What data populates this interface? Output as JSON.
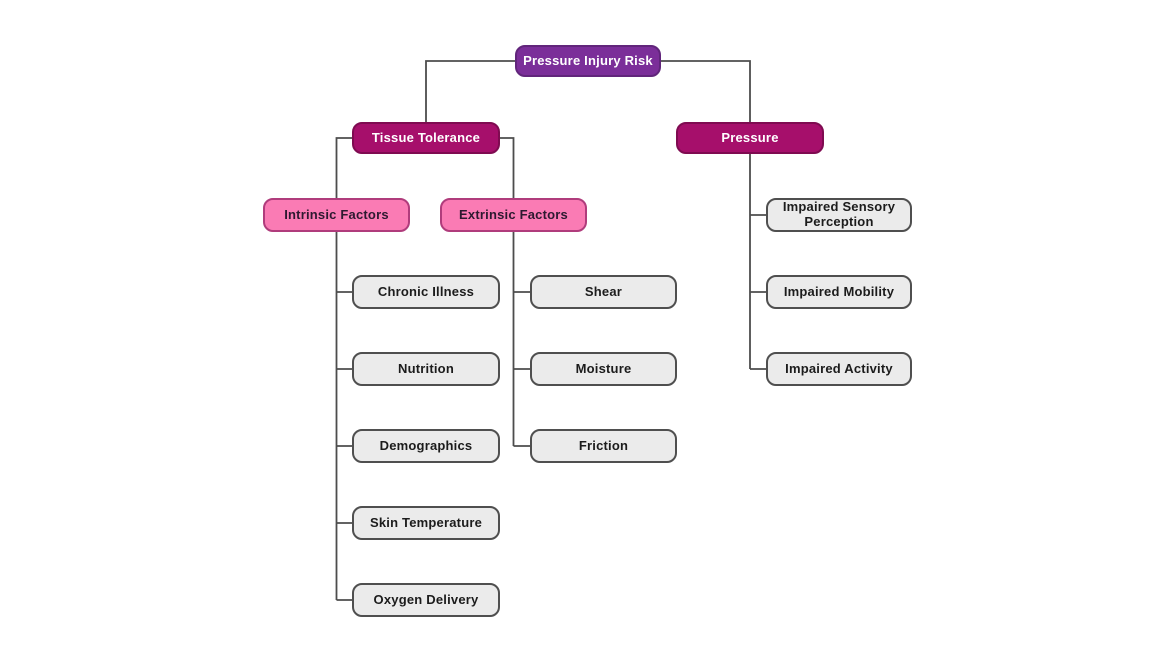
{
  "diagram": {
    "title": "Pressure Injury Risk",
    "colors": {
      "root_fill": "#7b2e99",
      "root_border": "#61257b",
      "l1_fill": "#a60f6b",
      "l1_border": "#7f0b51",
      "l2_fill": "#fa7bb4",
      "l2_border": "#b03c7c",
      "leaf_fill": "#ebebeb",
      "leaf_border": "#4f4f4f",
      "leaf_text": "#1c1c1c",
      "text_light": "#ffffff",
      "text_dark": "#2d1930",
      "line": "#4d4d4d"
    },
    "nodes": {
      "root": {
        "label": "Pressure Injury Risk"
      },
      "tissue_tolerance": {
        "label": "Tissue Tolerance"
      },
      "pressure": {
        "label": "Pressure"
      },
      "intrinsic": {
        "label": "Intrinsic Factors"
      },
      "extrinsic": {
        "label": "Extrinsic Factors"
      },
      "chronic_illness": {
        "label": "Chronic Illness"
      },
      "nutrition": {
        "label": "Nutrition"
      },
      "demographics": {
        "label": "Demographics"
      },
      "skin_temperature": {
        "label": "Skin Temperature"
      },
      "oxygen_delivery": {
        "label": "Oxygen Delivery"
      },
      "shear": {
        "label": "Shear"
      },
      "moisture": {
        "label": "Moisture"
      },
      "friction": {
        "label": "Friction"
      },
      "impaired_sensory": {
        "label": "Impaired Sensory Perception"
      },
      "impaired_mobility": {
        "label": "Impaired Mobility"
      },
      "impaired_activity": {
        "label": "Impaired Activity"
      }
    },
    "edges": [
      [
        "root",
        "tissue_tolerance"
      ],
      [
        "root",
        "pressure"
      ],
      [
        "tissue_tolerance",
        "intrinsic"
      ],
      [
        "tissue_tolerance",
        "extrinsic"
      ],
      [
        "intrinsic",
        "chronic_illness"
      ],
      [
        "intrinsic",
        "nutrition"
      ],
      [
        "intrinsic",
        "demographics"
      ],
      [
        "intrinsic",
        "skin_temperature"
      ],
      [
        "intrinsic",
        "oxygen_delivery"
      ],
      [
        "extrinsic",
        "shear"
      ],
      [
        "extrinsic",
        "moisture"
      ],
      [
        "extrinsic",
        "friction"
      ],
      [
        "pressure",
        "impaired_sensory"
      ],
      [
        "pressure",
        "impaired_mobility"
      ],
      [
        "pressure",
        "impaired_activity"
      ]
    ]
  }
}
